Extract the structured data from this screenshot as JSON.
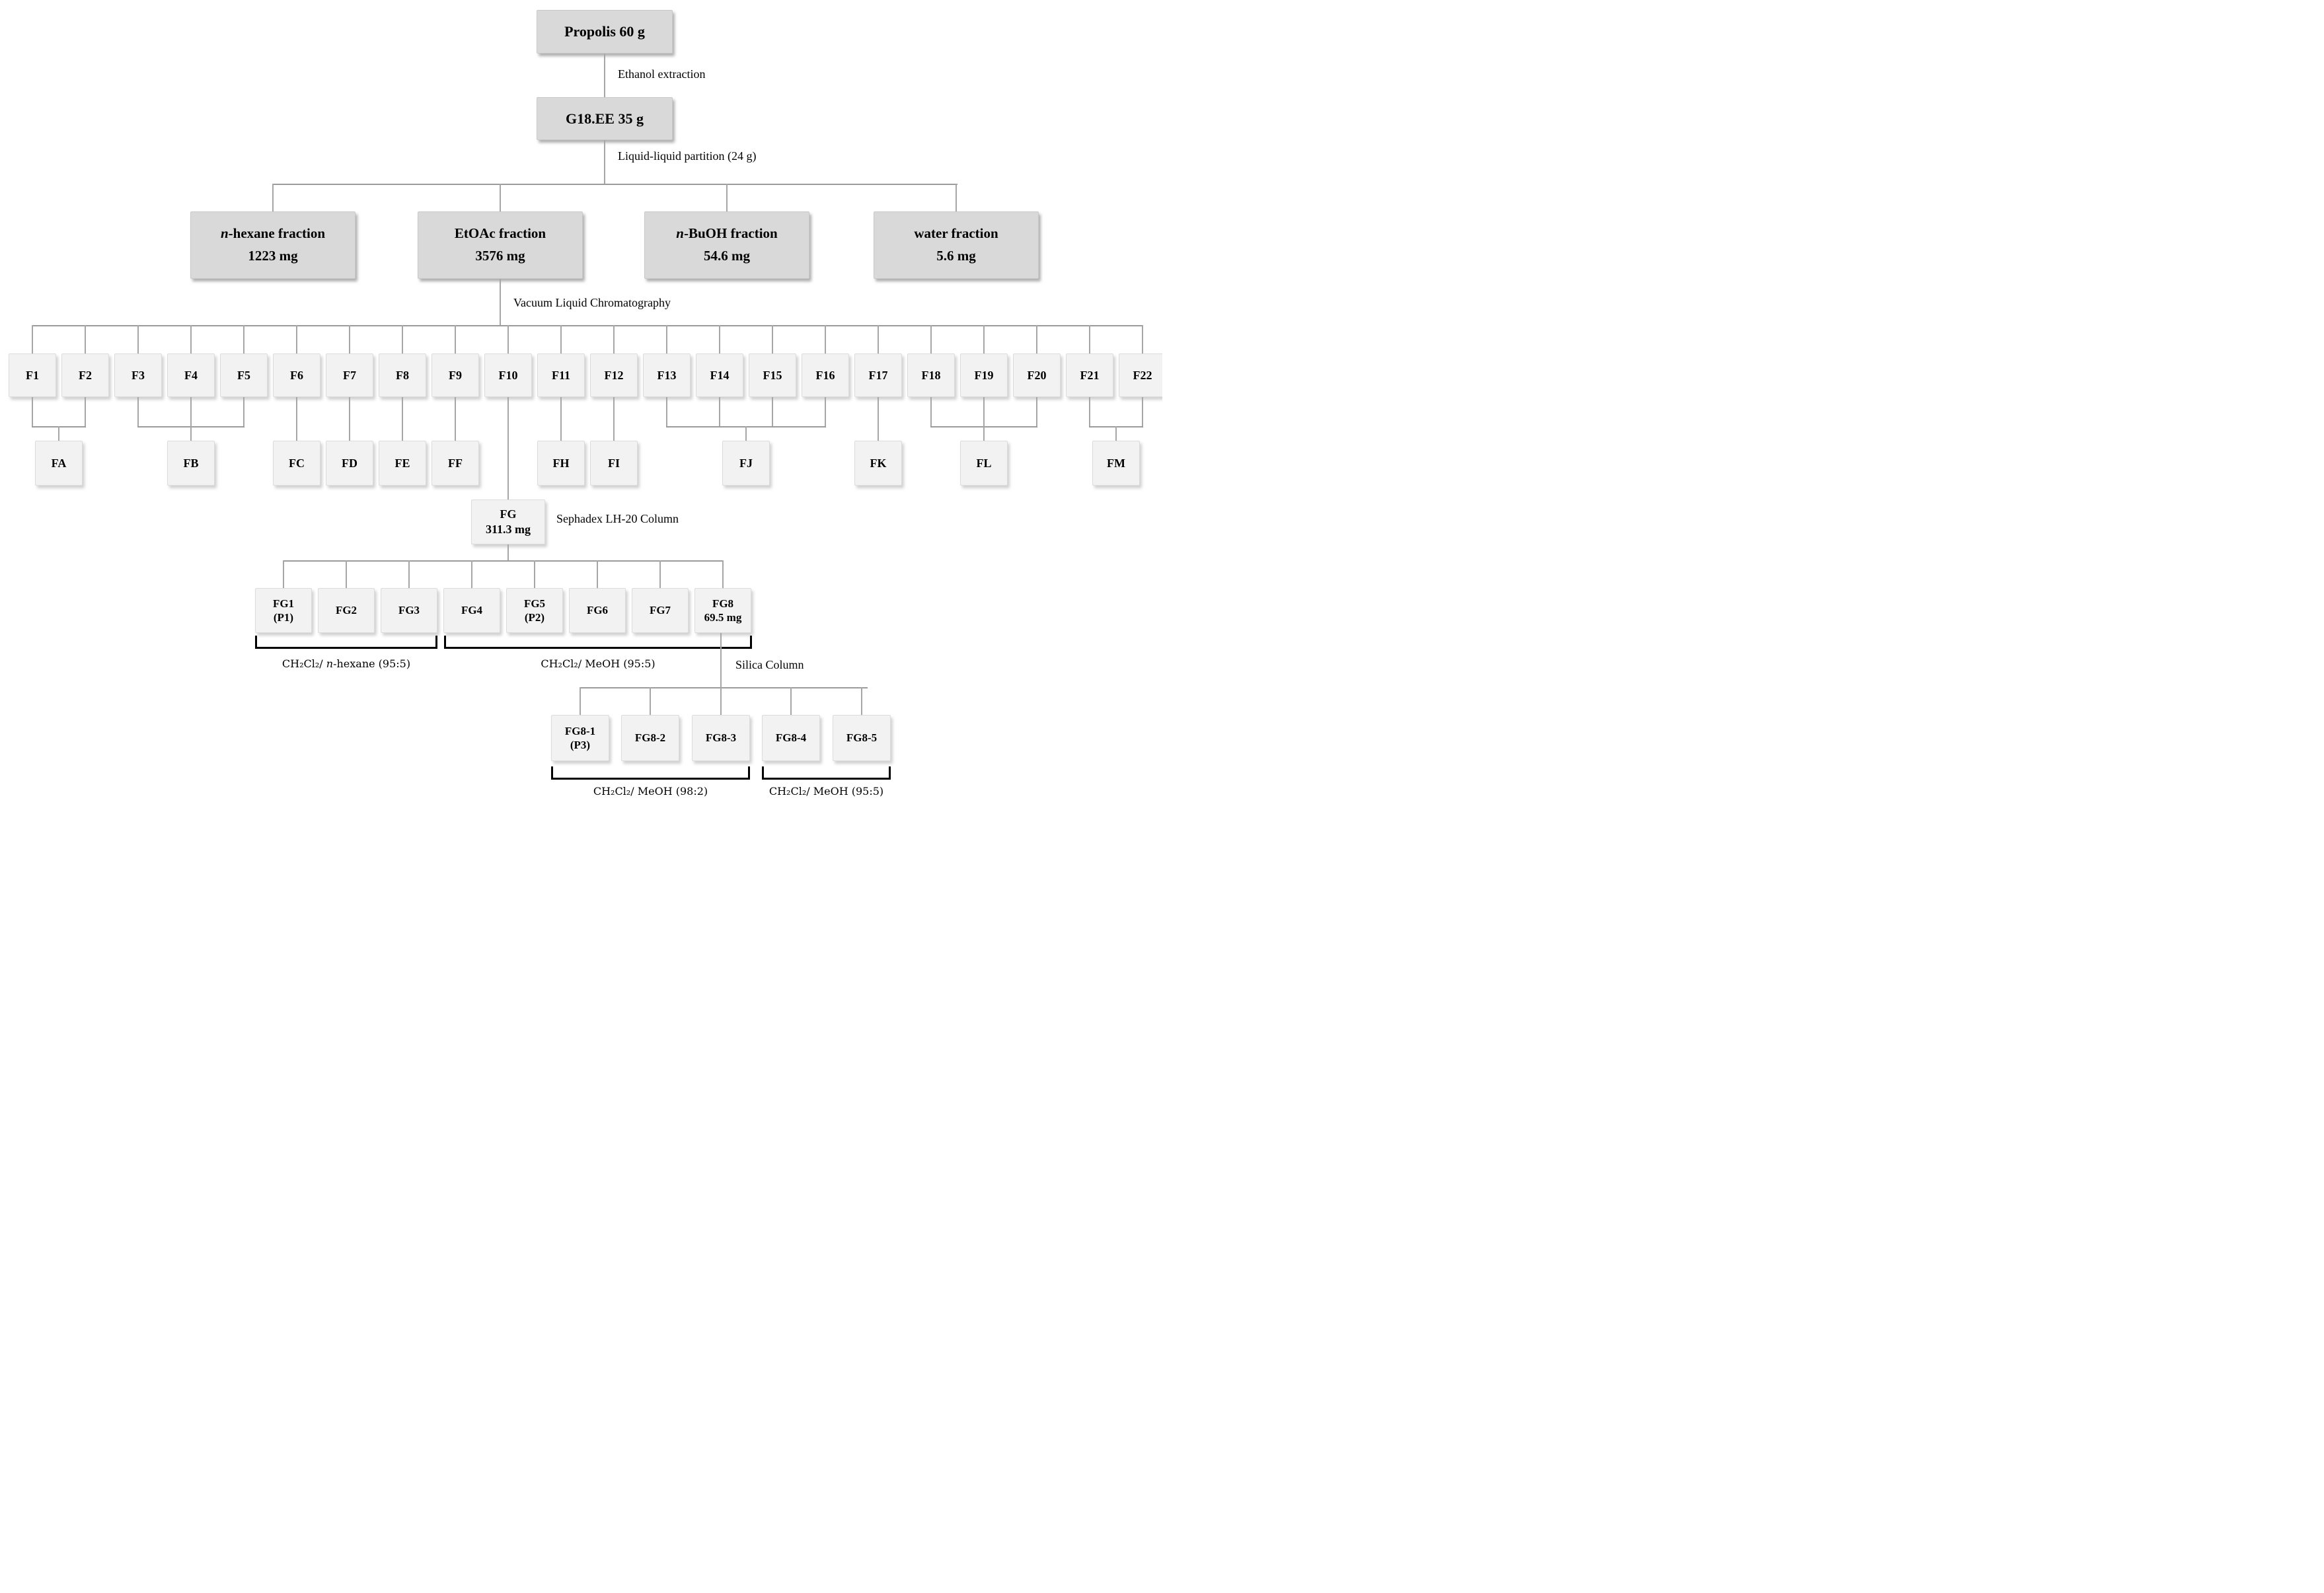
{
  "colors": {
    "box_dark": "#d9d9d9",
    "box_light": "#f2f2f2",
    "line": "#a6a6a6",
    "bracket": "#000000"
  },
  "nodes": {
    "propolis": "Propolis 60 g",
    "g18ee": "G18.EE 35 g",
    "fg": {
      "line1": "FG",
      "line2": "311.3 mg"
    }
  },
  "steps": {
    "ethanol": "Ethanol extraction",
    "partition": "Liquid-liquid partition (24 g)",
    "vlc": "Vacuum Liquid Chromatography",
    "sephadex": "Sephadex LH-20 Column",
    "silica": "Silica Column"
  },
  "partition_fractions": [
    {
      "it": "n",
      "rest": "-hexane fraction",
      "amount": "1223 mg"
    },
    {
      "it": "",
      "rest": "EtOAc fraction",
      "amount": "3576 mg"
    },
    {
      "it": "n",
      "rest": "-BuOH fraction",
      "amount": "54.6 mg"
    },
    {
      "it": "",
      "rest": "water fraction",
      "amount": "5.6 mg"
    }
  ],
  "vlc_fractions": [
    "F1",
    "F2",
    "F3",
    "F4",
    "F5",
    "F6",
    "F7",
    "F8",
    "F9",
    "F10",
    "F11",
    "F12",
    "F13",
    "F14",
    "F15",
    "F16",
    "F17",
    "F18",
    "F19",
    "F20",
    "F21",
    "F22"
  ],
  "pooled_fractions": [
    "FA",
    "FB",
    "FC",
    "FD",
    "FE",
    "FF",
    "FH",
    "FI",
    "FJ",
    "FK",
    "FL",
    "FM"
  ],
  "sephadex_fractions": [
    {
      "line1": "FG1",
      "line2": "(P1)"
    },
    {
      "line1": "FG2",
      "line2": ""
    },
    {
      "line1": "FG3",
      "line2": ""
    },
    {
      "line1": "FG4",
      "line2": ""
    },
    {
      "line1": "FG5",
      "line2": "(P2)"
    },
    {
      "line1": "FG6",
      "line2": ""
    },
    {
      "line1": "FG7",
      "line2": ""
    },
    {
      "line1": "FG8",
      "line2": "69.5 mg"
    }
  ],
  "sephadex_eluents": [
    {
      "pre": "CH₂Cl₂/ ",
      "it": "n",
      "post": "-hexane (95:5)"
    },
    {
      "pre": "CH₂Cl₂/ MeOH (95:5)",
      "it": "",
      "post": ""
    }
  ],
  "silica_fractions": [
    {
      "line1": "FG8-1",
      "line2": "(P3)"
    },
    {
      "line1": "FG8-2",
      "line2": ""
    },
    {
      "line1": "FG8-3",
      "line2": ""
    },
    {
      "line1": "FG8-4",
      "line2": ""
    },
    {
      "line1": "FG8-5",
      "line2": ""
    }
  ],
  "silica_eluents": [
    {
      "pre": "CH₂Cl₂/ MeOH (98:2)",
      "it": "",
      "post": ""
    },
    {
      "pre": "CH₂Cl₂/ MeOH (95:5)",
      "it": "",
      "post": ""
    }
  ]
}
